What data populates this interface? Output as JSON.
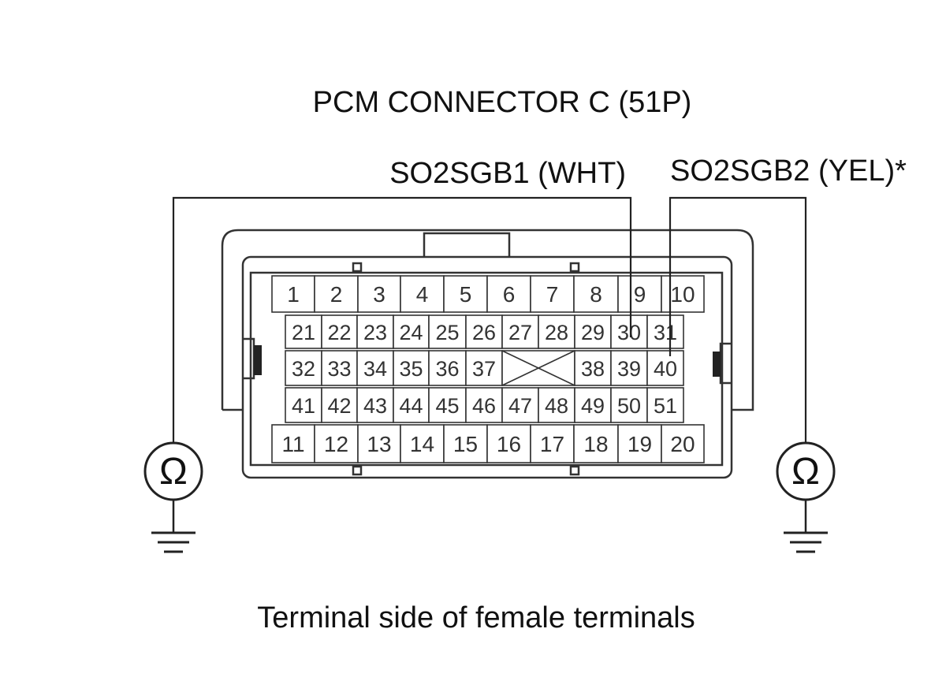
{
  "title": "PCM CONNECTOR C (51P)",
  "footer": "Terminal side of female terminals",
  "wires": {
    "left": {
      "label": "SO2SGB1 (WHT)",
      "terminal": "30"
    },
    "right": {
      "label": "SO2SGB2 (YEL)*",
      "terminal": "40"
    }
  },
  "meter_symbol": "Ω",
  "rows": [
    [
      "1",
      "2",
      "3",
      "4",
      "5",
      "6",
      "7",
      "8",
      "9",
      "10"
    ],
    [
      "21",
      "22",
      "23",
      "24",
      "25",
      "26",
      "27",
      "28",
      "29",
      "30",
      "31"
    ],
    [
      "32",
      "33",
      "34",
      "35",
      "36",
      "37",
      "",
      "38",
      "39",
      "40"
    ],
    [
      "41",
      "42",
      "43",
      "44",
      "45",
      "46",
      "47",
      "48",
      "49",
      "50",
      "51"
    ],
    [
      "11",
      "12",
      "13",
      "14",
      "15",
      "16",
      "17",
      "18",
      "19",
      "20"
    ]
  ],
  "blank_cavity": "x-mark"
}
